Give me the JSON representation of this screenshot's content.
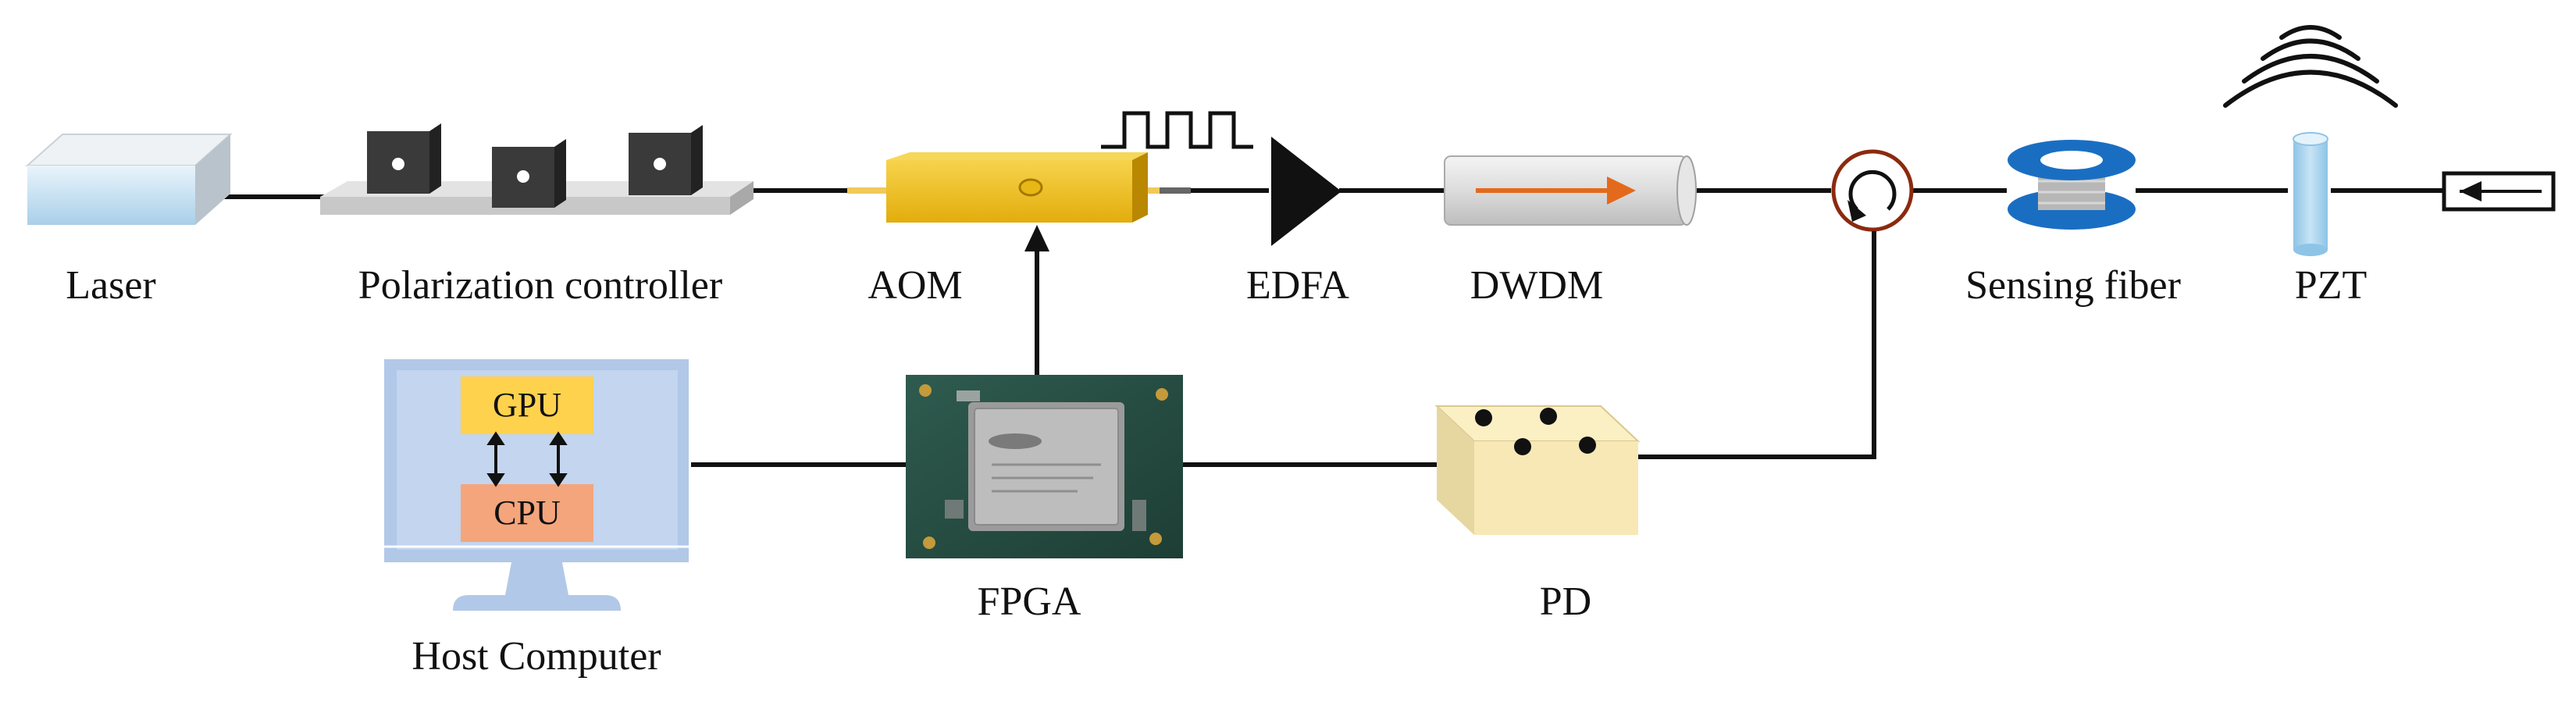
{
  "labels": {
    "laser": "Laser",
    "polarization_controller": "Polarization controller",
    "aom": "AOM",
    "edfa": "EDFA",
    "dwdm": "DWDM",
    "sensing_fiber": "Sensing fiber",
    "pzt": "PZT",
    "host_computer": "Host Computer",
    "fpga": "FPGA",
    "pd": "PD",
    "gpu": "GPU",
    "cpu": "CPU"
  },
  "colors": {
    "fiber_line": "#111111",
    "aom_body": "#e8b510",
    "dwdm_arrow": "#e36a1c",
    "circulator_ring": "#8b2a0e",
    "spool_blue": "#1a6ec2",
    "pzt_cylinder": "#a9d3ec",
    "monitor_screen": "#b2c8e8",
    "gpu_chip": "#ffd24d",
    "cpu_chip": "#f4a57c",
    "pd_box": "#fbefc4",
    "laser_face": "#cfe6f5"
  },
  "icons": [
    "laser-source-icon",
    "polarization-controller-icon",
    "aom-modulator-icon",
    "pulse-train-icon",
    "edfa-amplifier-icon",
    "dwdm-filter-icon",
    "circulator-icon",
    "fiber-spool-icon",
    "pzt-cylinder-icon",
    "acoustic-wave-icon",
    "fiber-termination-icon",
    "monitor-icon",
    "fpga-board-icon",
    "photodetector-icon"
  ]
}
